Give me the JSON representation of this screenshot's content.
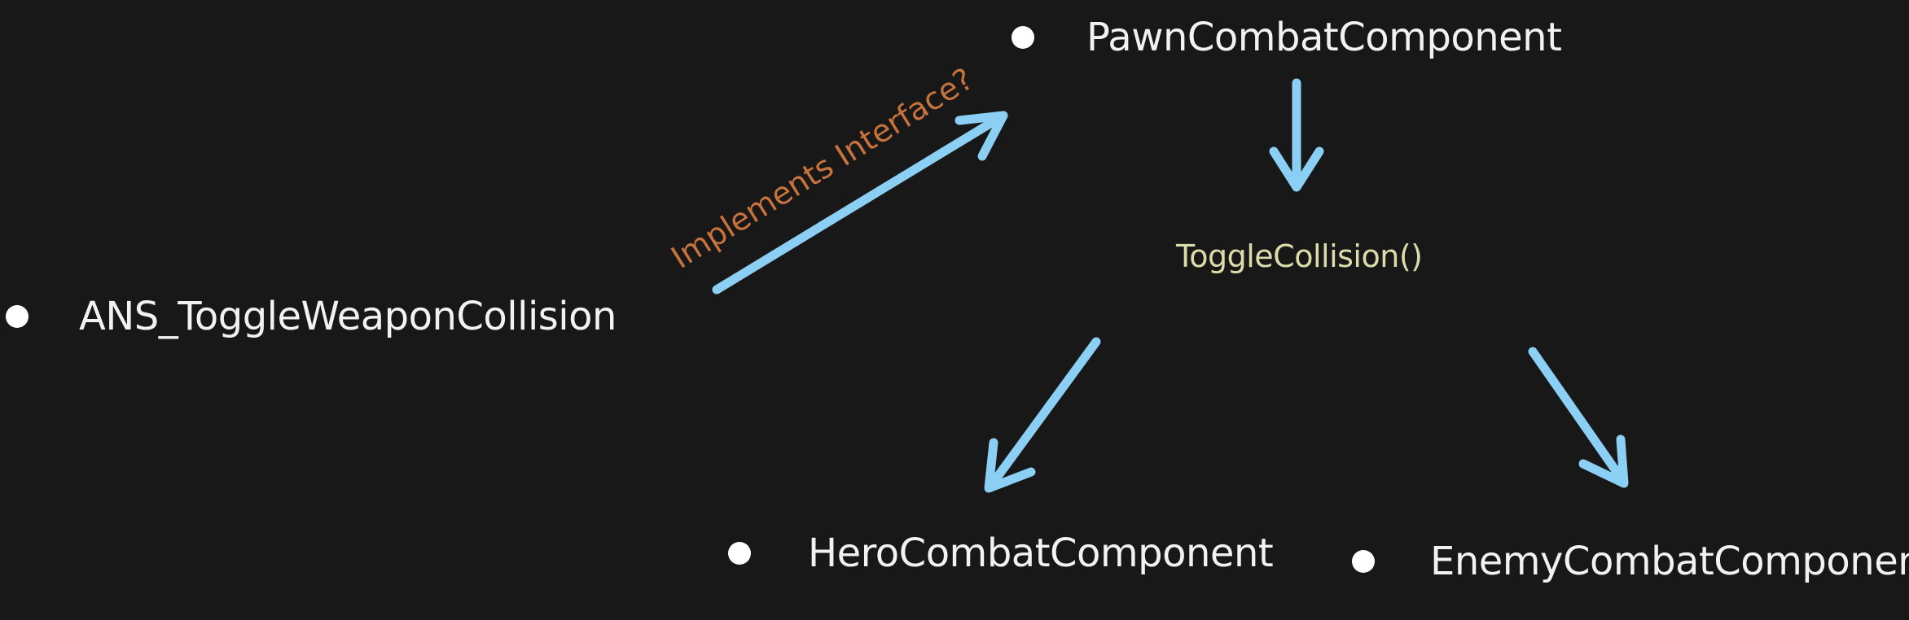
{
  "nodes": {
    "pawn": "PawnCombatComponent",
    "ans": "ANS_ToggleWeaponCollision",
    "hero": "HeroCombatComponent",
    "enemy": "EnemyCombatComponent"
  },
  "method": "ToggleCollision()",
  "edge_labels": {
    "implements": "Implements Interface?"
  },
  "colors": {
    "background": "#181818",
    "node_text": "#f2f2f2",
    "bullet": "#ffffff",
    "method_text": "#dcdcaa",
    "edge_label_text": "#c8733e",
    "arrow": "#8ccff5"
  }
}
